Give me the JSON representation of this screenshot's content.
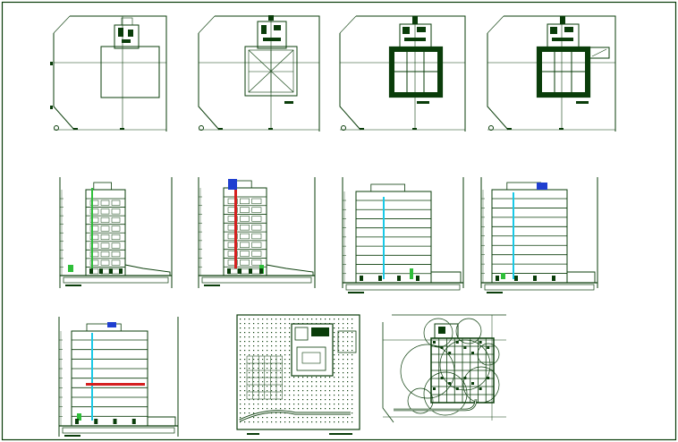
{
  "sheet": {
    "colors": {
      "line": "#0a3d0a",
      "accent_cyan": "#19c9e6",
      "accent_red": "#d42020",
      "accent_green": "#2fbf3a",
      "accent_blue": "#1f3fd0",
      "paper": "#ffffff"
    },
    "rows": [
      {
        "name": "floor-plans-row",
        "drawings": [
          "site-plan-1",
          "site-plan-2",
          "floor-plan-3",
          "floor-plan-4"
        ]
      },
      {
        "name": "elevations-sections-row",
        "drawings": [
          "elevation-1",
          "elevation-2",
          "section-1",
          "section-2"
        ]
      },
      {
        "name": "details-row",
        "drawings": [
          "section-3",
          "hatched-site-plan",
          "landscape-plan"
        ]
      }
    ]
  }
}
